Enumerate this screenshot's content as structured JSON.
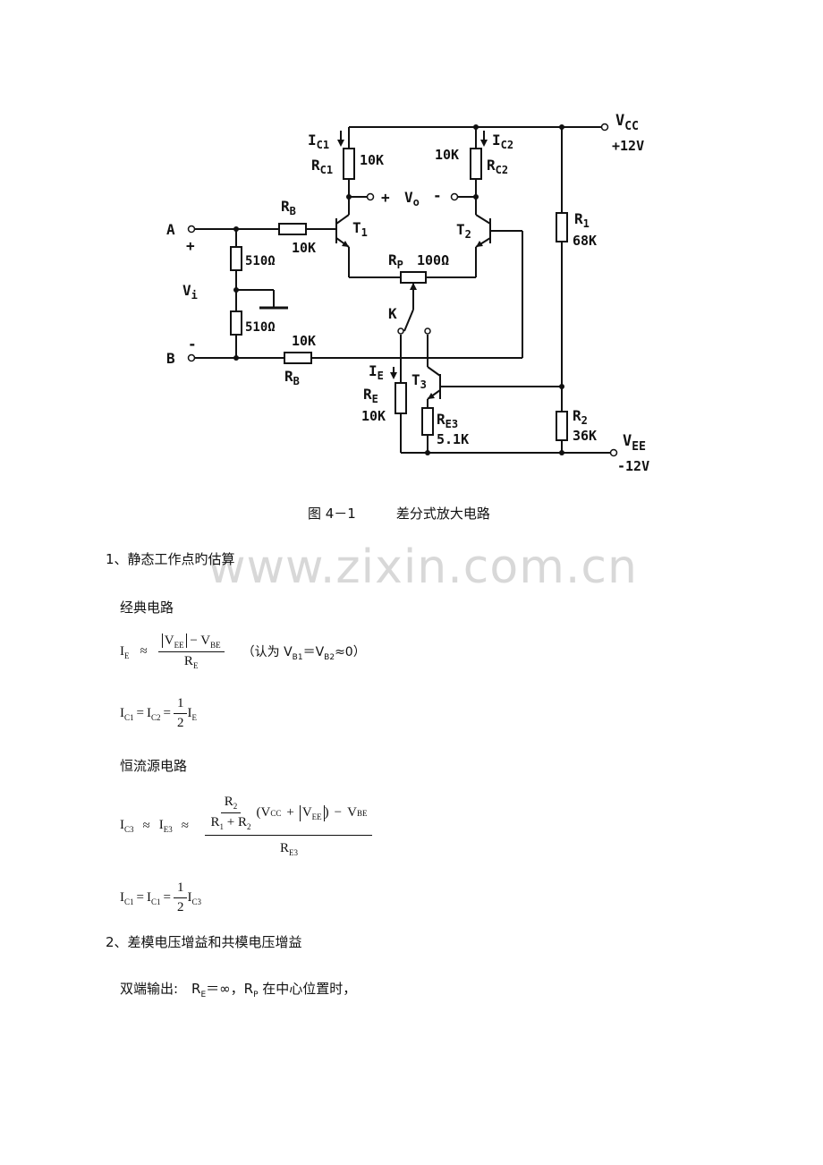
{
  "circuit": {
    "labels": {
      "vcc": "V",
      "vcc_sub": "CC",
      "vcc_val": "+12V",
      "vee": "V",
      "vee_sub": "EE",
      "vee_val": "-12V",
      "ic1": "I",
      "ic1_sub": "C1",
      "ic2": "I",
      "ic2_sub": "C2",
      "rc1": "R",
      "rc1_sub": "C1",
      "rc1_val": "10K",
      "rc2": "R",
      "rc2_sub": "C2",
      "rc2_val": "10K",
      "vo_plus": "+",
      "vo": "V",
      "vo_sub": "o",
      "vo_minus": "-",
      "rb_top": "R",
      "rb_top_sub": "B",
      "rb_top_val": "10K",
      "t1": "T",
      "t1_sub": "1",
      "t2": "T",
      "t2_sub": "2",
      "node_a": "A",
      "plus": "+",
      "r510_top": "510Ω",
      "vi": "V",
      "vi_sub": "i",
      "r510_bot": "510Ω",
      "minus": "-",
      "node_b": "B",
      "rb_bot_val": "10K",
      "rb_bot": "R",
      "rb_bot_sub": "B",
      "rp": "R",
      "rp_sub": "P",
      "rp_val": "100Ω",
      "k": "K",
      "r1": "R",
      "r1_sub": "1",
      "r1_val": "68K",
      "ie": "I",
      "ie_sub": "E",
      "re": "R",
      "re_sub": "E",
      "re_val": "10K",
      "t3": "T",
      "t3_sub": "3",
      "re3": "R",
      "re3_sub": "E3",
      "re3_val": "5.1K",
      "r2": "R",
      "r2_sub": "2",
      "r2_val": "36K"
    }
  },
  "caption": "图 4－1　　　差分式放大电路",
  "watermark": "www.zixin.com.cn",
  "sections": {
    "s1_title": "1、静态工作点旳估算",
    "classic": "经典电路",
    "eq1_note": "（认为 V",
    "eq1_note_b1": "B1",
    "eq1_note_eq": "＝V",
    "eq1_note_b2": "B2",
    "eq1_note_end": "≈0）",
    "const_source": "恒流源电路",
    "s2_title": "2、差模电压增益和共模电压增益",
    "dual_out": "双端输出:　R",
    "dual_out_sub": "E",
    "dual_out_mid": "＝∞，R",
    "dual_out_sub2": "P",
    "dual_out_end": " 在中心位置时，"
  },
  "equations": {
    "I": "I",
    "E": "E",
    "C1": "C1",
    "C2": "C2",
    "C3": "C3",
    "E3": "E3",
    "V": "V",
    "EE": "EE",
    "BE": "BE",
    "CC": "CC",
    "R": "R",
    "approx": "≈",
    "eq": "=",
    "minus": "−",
    "plus": "+",
    "one": "1",
    "two": "2",
    "R1": "1",
    "R2": "2",
    "lparen": "(",
    "rparen": ")"
  }
}
